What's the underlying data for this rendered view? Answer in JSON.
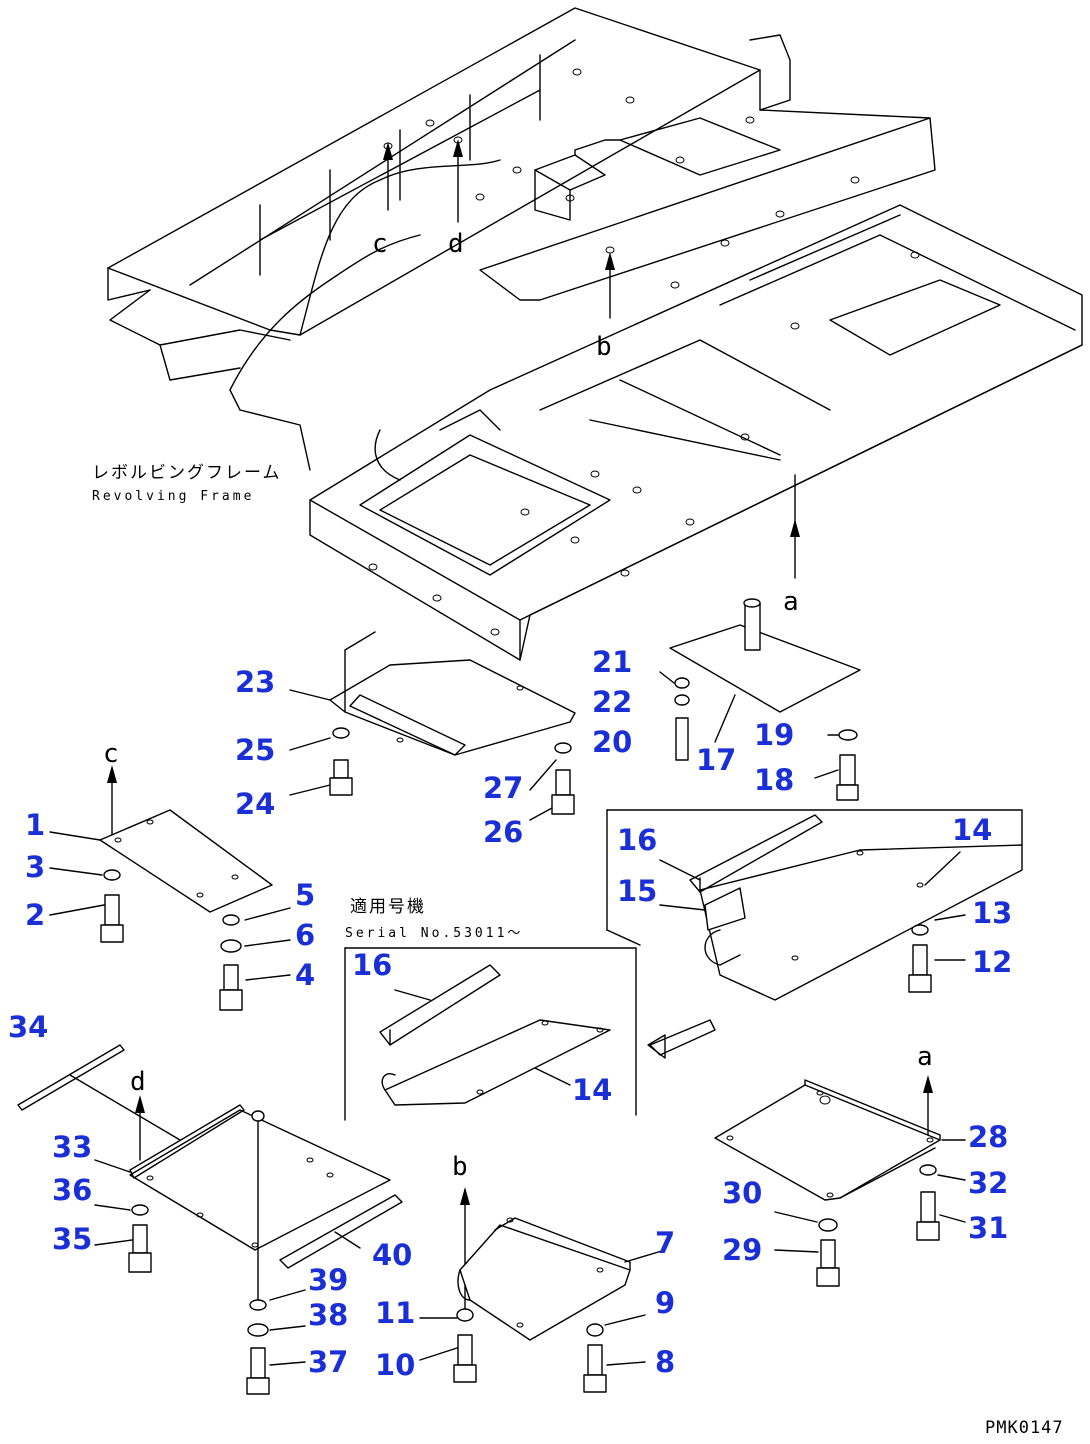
{
  "frame_label_jp": "レボルビングフレーム",
  "frame_label_en": "Revolving Frame",
  "applicability_jp": "適用号機",
  "applicability_en": "Serial No.53011〜",
  "drawing_code": "PMK0147",
  "ref_letters": {
    "a": "a",
    "b": "b",
    "c": "c",
    "d": "d"
  },
  "parts": [
    "1",
    "2",
    "3",
    "4",
    "5",
    "6",
    "7",
    "8",
    "9",
    "10",
    "11",
    "12",
    "13",
    "14",
    "15",
    "16",
    "17",
    "18",
    "19",
    "20",
    "21",
    "22",
    "23",
    "24",
    "25",
    "26",
    "27",
    "28",
    "29",
    "30",
    "31",
    "32",
    "33",
    "34",
    "35",
    "36",
    "37",
    "38",
    "39",
    "40"
  ],
  "part_labels": [
    {
      "id": "1",
      "text": "1"
    },
    {
      "id": "2",
      "text": "2"
    },
    {
      "id": "3",
      "text": "3"
    },
    {
      "id": "4",
      "text": "4"
    },
    {
      "id": "5",
      "text": "5"
    },
    {
      "id": "6",
      "text": "6"
    },
    {
      "id": "7",
      "text": "7"
    },
    {
      "id": "8",
      "text": "8"
    },
    {
      "id": "9",
      "text": "9"
    },
    {
      "id": "10",
      "text": "10"
    },
    {
      "id": "11",
      "text": "11"
    },
    {
      "id": "12",
      "text": "12"
    },
    {
      "id": "13",
      "text": "13"
    },
    {
      "id": "14a",
      "text": "14"
    },
    {
      "id": "14b",
      "text": "14"
    },
    {
      "id": "15",
      "text": "15"
    },
    {
      "id": "16a",
      "text": "16"
    },
    {
      "id": "16b",
      "text": "16"
    },
    {
      "id": "17",
      "text": "17"
    },
    {
      "id": "18",
      "text": "18"
    },
    {
      "id": "19",
      "text": "19"
    },
    {
      "id": "20",
      "text": "20"
    },
    {
      "id": "21",
      "text": "21"
    },
    {
      "id": "22",
      "text": "22"
    },
    {
      "id": "23",
      "text": "23"
    },
    {
      "id": "24",
      "text": "24"
    },
    {
      "id": "25",
      "text": "25"
    },
    {
      "id": "26",
      "text": "26"
    },
    {
      "id": "27",
      "text": "27"
    },
    {
      "id": "28",
      "text": "28"
    },
    {
      "id": "29",
      "text": "29"
    },
    {
      "id": "30",
      "text": "30"
    },
    {
      "id": "31",
      "text": "31"
    },
    {
      "id": "32",
      "text": "32"
    },
    {
      "id": "33",
      "text": "33"
    },
    {
      "id": "34",
      "text": "34"
    },
    {
      "id": "35",
      "text": "35"
    },
    {
      "id": "36",
      "text": "36"
    },
    {
      "id": "37",
      "text": "37"
    },
    {
      "id": "38",
      "text": "38"
    },
    {
      "id": "39",
      "text": "39"
    },
    {
      "id": "40",
      "text": "40"
    }
  ],
  "colors": {
    "part_number": "#1a2fd6",
    "line": "#000000",
    "background": "#ffffff"
  }
}
